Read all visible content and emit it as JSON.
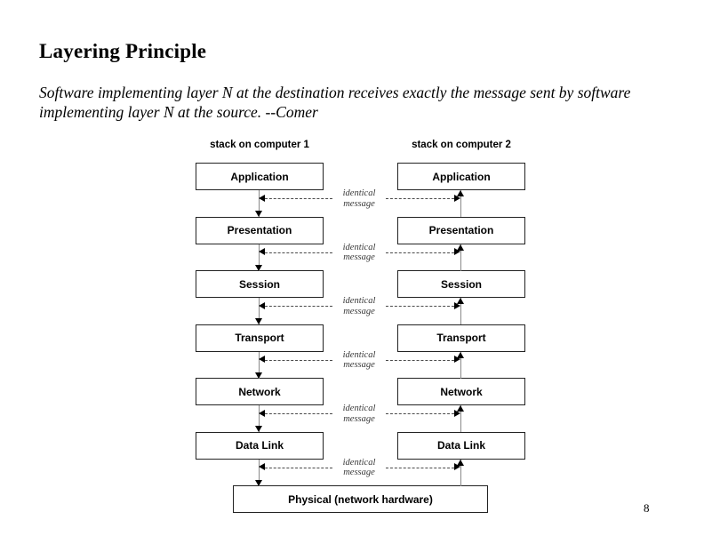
{
  "slide": {
    "title": "Layering Principle",
    "body": "Software implementing layer N at the destination receives exactly the message sent by software implementing layer N at the source. --Comer",
    "page_number": "8"
  },
  "diagram": {
    "headers": {
      "left": "stack on computer 1",
      "right": "stack on computer 2"
    },
    "layers": [
      {
        "label": "Application"
      },
      {
        "label": "Presentation"
      },
      {
        "label": "Session"
      },
      {
        "label": "Transport"
      },
      {
        "label": "Network"
      },
      {
        "label": "Data Link"
      }
    ],
    "physical": {
      "label": "Physical (network hardware)"
    },
    "message_labels": [
      {
        "line1": "identical",
        "line2": "message"
      },
      {
        "line1": "identical",
        "line2": "message"
      },
      {
        "line1": "identical",
        "line2": "message"
      },
      {
        "line1": "identical",
        "line2": "message"
      },
      {
        "line1": "identical",
        "line2": "message"
      },
      {
        "line1": "identical",
        "line2": "message"
      }
    ],
    "colors": {
      "box_border": "#222222",
      "box_fill": "#ffffff",
      "rail": "#8a8a8a",
      "dash": "#4a4a4a",
      "text": "#000000"
    }
  }
}
